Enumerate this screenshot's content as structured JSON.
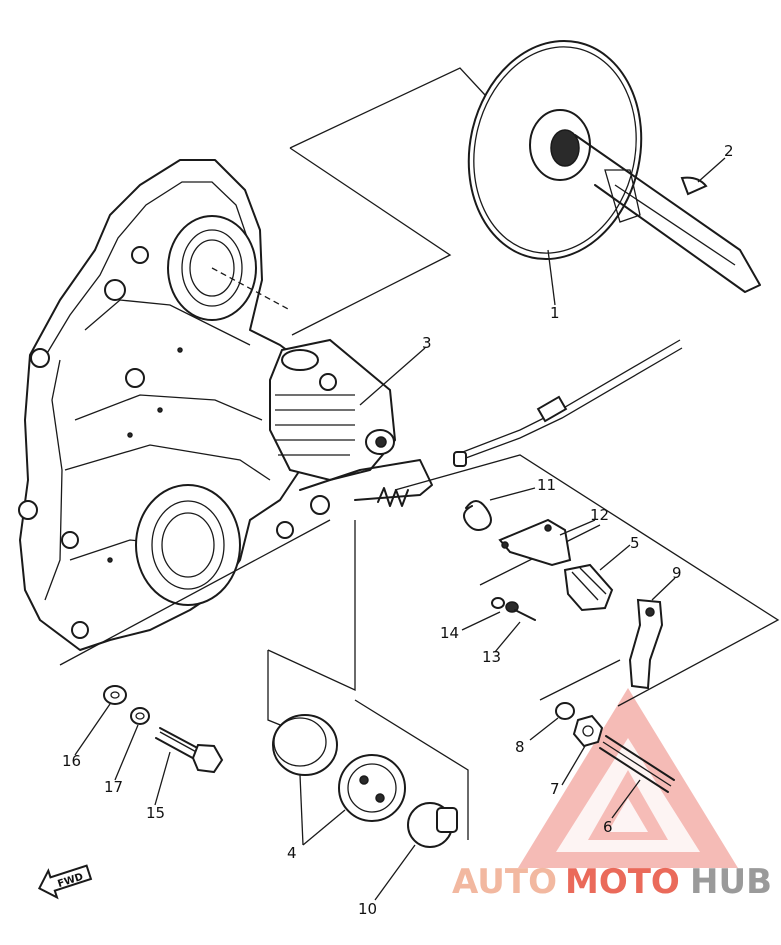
{
  "diagram": {
    "callouts": [
      {
        "id": "1",
        "text": "1"
      },
      {
        "id": "2",
        "text": "2"
      },
      {
        "id": "3",
        "text": "3"
      },
      {
        "id": "4",
        "text": "4"
      },
      {
        "id": "5",
        "text": "5"
      },
      {
        "id": "6",
        "text": "6"
      },
      {
        "id": "7",
        "text": "7"
      },
      {
        "id": "8",
        "text": "8"
      },
      {
        "id": "9",
        "text": "9"
      },
      {
        "id": "10",
        "text": "10"
      },
      {
        "id": "11",
        "text": "11"
      },
      {
        "id": "12",
        "text": "12"
      },
      {
        "id": "13",
        "text": "13"
      },
      {
        "id": "14",
        "text": "14"
      },
      {
        "id": "15",
        "text": "15"
      },
      {
        "id": "16",
        "text": "16"
      },
      {
        "id": "17",
        "text": "17"
      }
    ],
    "fwd_arrow": {
      "text": "FWD",
      "icon": "fwd-arrow-icon"
    }
  },
  "watermark": {
    "part1": "AUTO",
    "part2": "MOTO",
    "part3": "HUB",
    "logo_icon": "triangle-logo-icon",
    "colors": {
      "part1": "#f2b8a0",
      "part2": "#ea6a5a",
      "part3": "#9a9a9a",
      "triangle": "#e85a4f"
    }
  }
}
